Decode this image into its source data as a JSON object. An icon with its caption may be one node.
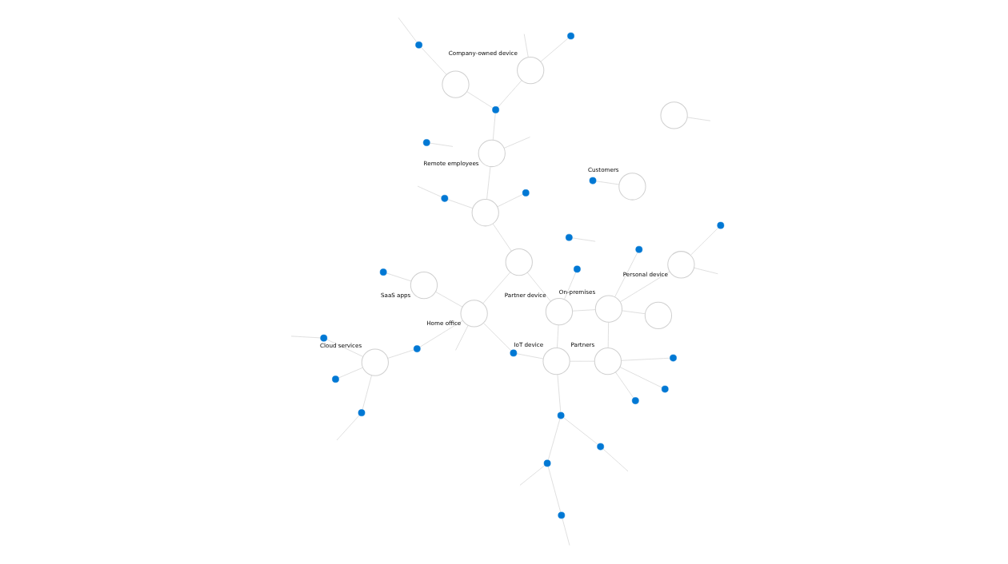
{
  "diagram": {
    "nodes": [
      {
        "text": [],
        "shape": "circle"
      },
      {
        "text": [],
        "shape": "circle"
      },
      {
        "text": [],
        "shape": "circle"
      },
      {
        "text": [],
        "shape": "circle"
      },
      {
        "text": [],
        "shape": "circle"
      },
      {
        "text": [],
        "shape": "circle"
      },
      {
        "text": [],
        "shape": "circle",
        "beside": [
          "Home office"
        ]
      },
      {
        "text": [],
        "shape": "circle",
        "beside": [
          "Cloud services"
        ]
      },
      {
        "text": [],
        "shape": "circle"
      },
      {
        "text": [],
        "shape": "circle"
      },
      {
        "text": [],
        "shape": "circle",
        "beside": [
          "IoT device"
        ]
      },
      {
        "text": [],
        "shape": "circle"
      },
      {
        "text": [],
        "shape": "circle"
      },
      {
        "text": [],
        "shape": "circle",
        "beside": [
          "SaaS apps"
        ]
      },
      {
        "text": [],
        "shape": "circle"
      },
      {
        "text": [],
        "shape": "circle"
      },
      {
        "text": [],
        "shape": "circle"
      },
      {
        "text": [],
        "shape": "circle"
      },
      {
        "text": [],
        "shape": "circle",
        "beside": [
          "Company-owned device"
        ]
      },
      {
        "text": [],
        "shape": "circle",
        "beside": [
          "Partners"
        ]
      },
      {
        "text": [],
        "shape": "circle"
      },
      {
        "text": [],
        "shape": "circle"
      },
      {
        "text": [],
        "shape": "circle"
      },
      {
        "text": [],
        "shape": "circle"
      },
      {
        "text": [],
        "shape": "circle",
        "beside": [
          "Customers"
        ]
      },
      {
        "text": [],
        "shape": "circle",
        "beside": [
          "Partner device"
        ]
      },
      {
        "text": [],
        "shape": "circle"
      },
      {
        "text": [],
        "shape": "circle"
      },
      {
        "text": [],
        "shape": "circle"
      },
      {
        "text": [],
        "shape": "circle"
      },
      {
        "text": [],
        "shape": "circle",
        "beside": [
          "On-premises"
        ]
      },
      {
        "text": [],
        "shape": "circle"
      },
      {
        "text": [],
        "shape": "circle"
      },
      {
        "text": [],
        "shape": "circle",
        "beside": [
          "Remote employees"
        ]
      },
      {
        "text": [],
        "shape": "circle",
        "beside": [
          "Personal device"
        ]
      },
      {
        "text": [],
        "shape": "circle"
      },
      {
        "text": [],
        "shape": "circle"
      },
      {
        "text": [],
        "shape": "circle"
      },
      {
        "text": [],
        "shape": "circle"
      },
      {
        "text": [],
        "shape": "circle"
      }
    ],
    "edges": [
      {
        "from": 0,
        "to": null,
        "arrow": "none"
      },
      {
        "from": 7,
        "to": 0,
        "arrow": "none"
      },
      {
        "from": 1,
        "to": null,
        "arrow": "none"
      },
      {
        "from": 7,
        "to": 4,
        "arrow": "none"
      },
      {
        "from": 4,
        "to": 6,
        "arrow": "none"
      },
      {
        "from": 7,
        "to": 9,
        "arrow": "none"
      },
      {
        "from": 7,
        "to": 11,
        "arrow": "none"
      },
      {
        "from": 11,
        "to": null,
        "arrow": "none"
      },
      {
        "from": 6,
        "to": null,
        "arrow": "none"
      },
      {
        "from": 6,
        "to": 13,
        "arrow": "none"
      },
      {
        "from": 6,
        "to": 20,
        "arrow": "none"
      },
      {
        "from": 6,
        "to": 16,
        "arrow": "none"
      },
      {
        "from": 13,
        "to": 14,
        "arrow": "none"
      },
      {
        "from": 2,
        "to": null,
        "arrow": "none"
      },
      {
        "from": 2,
        "to": 5,
        "arrow": "none"
      },
      {
        "from": 5,
        "to": 3,
        "arrow": "none"
      },
      {
        "from": 3,
        "to": null,
        "arrow": "none"
      },
      {
        "from": 3,
        "to": 8,
        "arrow": "none"
      },
      {
        "from": 8,
        "to": null,
        "arrow": "none"
      },
      {
        "from": 5,
        "to": 10,
        "arrow": "none"
      },
      {
        "from": 10,
        "to": 16,
        "arrow": "none"
      },
      {
        "from": 10,
        "to": 25,
        "arrow": "none"
      },
      {
        "from": 10,
        "to": 19,
        "arrow": "none"
      },
      {
        "from": 12,
        "to": 19,
        "arrow": "none"
      },
      {
        "from": 19,
        "to": 22,
        "arrow": "none"
      },
      {
        "from": 19,
        "to": 23,
        "arrow": "none"
      },
      {
        "from": 19,
        "to": 30,
        "arrow": "none"
      },
      {
        "from": 18,
        "to": 15,
        "arrow": "none"
      },
      {
        "from": 18,
        "to": null,
        "arrow": "none"
      },
      {
        "from": 18,
        "to": 26,
        "arrow": "none"
      },
      {
        "from": 26,
        "to": 31,
        "arrow": "none"
      },
      {
        "from": 26,
        "to": 33,
        "arrow": "none"
      },
      {
        "from": 24,
        "to": 21,
        "arrow": "none"
      },
      {
        "from": 20,
        "to": 25,
        "arrow": "none"
      },
      {
        "from": 20,
        "to": 29,
        "arrow": "none"
      },
      {
        "from": 25,
        "to": 28,
        "arrow": "none"
      },
      {
        "from": 25,
        "to": 30,
        "arrow": "none"
      },
      {
        "from": 17,
        "to": 30,
        "arrow": "none"
      },
      {
        "from": 29,
        "to": 33,
        "arrow": "none"
      },
      {
        "from": 29,
        "to": 32,
        "arrow": "none"
      },
      {
        "from": 29,
        "to": 35,
        "arrow": "none"
      },
      {
        "from": 35,
        "to": null,
        "arrow": "none"
      },
      {
        "from": 27,
        "to": 34,
        "arrow": "none"
      },
      {
        "from": 34,
        "to": 30,
        "arrow": "none"
      },
      {
        "from": 34,
        "to": null,
        "arrow": "none"
      },
      {
        "from": 30,
        "to": 36,
        "arrow": "none"
      },
      {
        "from": 33,
        "to": null,
        "arrow": "none"
      },
      {
        "from": 37,
        "to": null,
        "arrow": "none"
      },
      {
        "from": 39,
        "to": null,
        "arrow": "none"
      },
      {
        "from": 38,
        "to": null,
        "arrow": "none"
      },
      {
        "from": 31,
        "to": 38,
        "arrow": "none"
      }
    ]
  }
}
